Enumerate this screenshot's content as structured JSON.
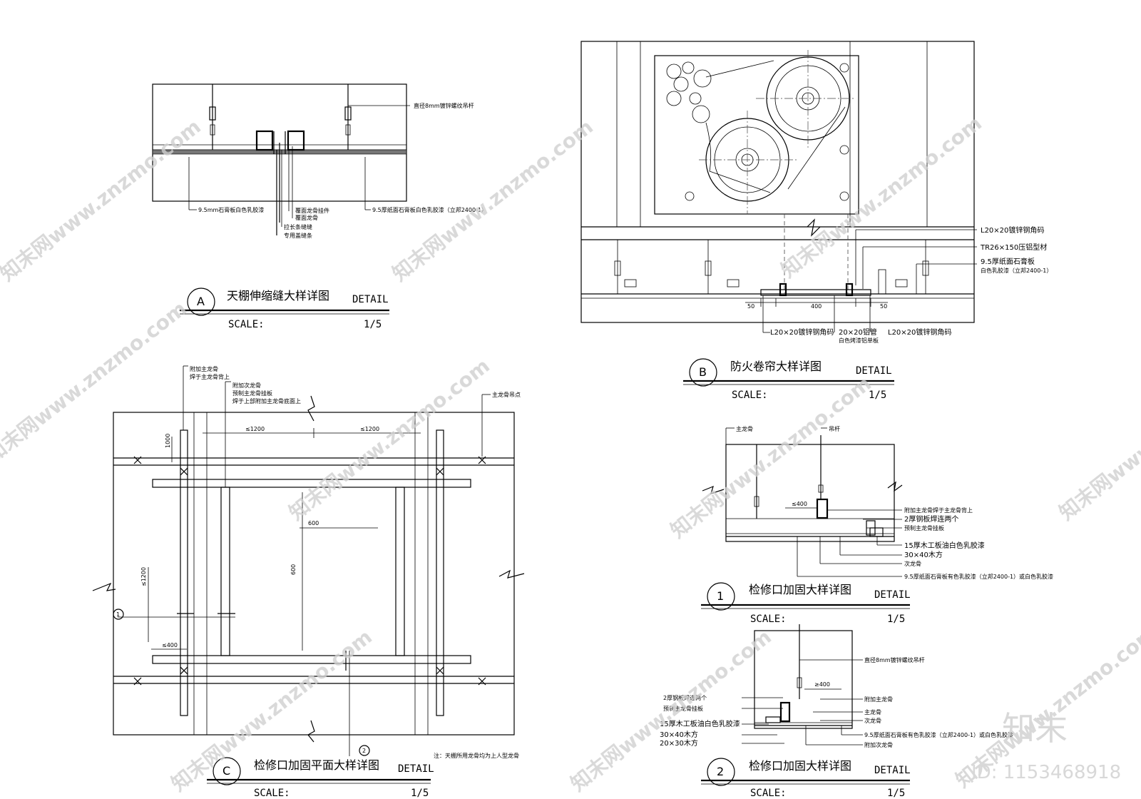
{
  "watermark": {
    "text": "知末网www.znzmo.com",
    "logo": "知末",
    "id": "ID: 1153468918"
  },
  "detail_a": {
    "marker": "A",
    "title": "天棚伸缩缝大样详图",
    "detail": "DETAIL",
    "scale_label": "SCALE:",
    "scale": "1/5",
    "labels": {
      "rod": "直径8mm镀锌螺纹吊杆",
      "board_left": "9.5mm石膏板白色乳胶漆",
      "board_right": "9.5厚纸面石膏板白色乳胶漆（立邦2400-1）",
      "keel_clip": "覆面龙骨挂件",
      "keel": "覆面龙骨",
      "gap": "拉长条缝缝",
      "cover": "专用盖缝条"
    }
  },
  "detail_b": {
    "marker": "B",
    "title": "防火卷帘大样详图",
    "detail": "DETAIL",
    "scale_label": "SCALE:",
    "scale": "1/5",
    "labels": {
      "angle_top": "L20×20镀锌钢角码",
      "rail": "TR26×150压铝型材",
      "board1": "9.5厚纸面石膏板",
      "board2": "白色乳胶漆（立邦2400-1）",
      "angle_l": "L20×20镀锌钢角码",
      "tube1": "20×20铝管",
      "tube2": "白色烤漆铝单板",
      "angle_r": "L20×20镀锌钢角码",
      "dim_left": "50",
      "dim_mid": "400",
      "dim_right": "50"
    }
  },
  "detail_c": {
    "marker": "C",
    "title": "检修口加固平面大样详图",
    "detail": "DETAIL",
    "scale_label": "SCALE:",
    "scale": "1/5",
    "labels": {
      "l1a": "附加主龙骨",
      "l1b": "焊于主龙骨背上",
      "l2a": "附加次龙骨",
      "l2b": "预制主龙骨挂板",
      "l2c": "焊于上部附加主龙骨底面上",
      "l3": "主龙骨吊点",
      "note": "注：天棚所用龙骨均为上人型龙骨",
      "dim_600a": "600",
      "dim_600b": "600",
      "dim_1000": "1000",
      "dim_w400": "≤400",
      "dim_h": "≤1200",
      "dim_top1": "≤1200",
      "dim_top2": "≤1200",
      "marker1": "1",
      "marker2": "2"
    }
  },
  "detail_1": {
    "marker": "1",
    "title": "检修口加固大样详图",
    "detail": "DETAIL",
    "scale_label": "SCALE:",
    "scale": "1/5",
    "labels": {
      "main": "主龙骨",
      "hanger": "吊杆",
      "a1": "附加主龙骨焊于主龙骨背上",
      "a2": "2厚钢板焊连两个",
      "a3": "预制主龙骨挂板",
      "a4": "15厚木工板油白色乳胶漆",
      "a5": "30×40木方",
      "a6": "次龙骨",
      "a7": "9.5厚纸面石膏板有色乳胶漆（立邦2400-1）或白色乳胶漆",
      "dim": "≤400"
    }
  },
  "detail_2": {
    "marker": "2",
    "title": "检修口加固大样详图",
    "detail": "DETAIL",
    "scale_label": "SCALE:",
    "scale": "1/5",
    "labels": {
      "rod": "直径8mm镀锌螺纹吊杆",
      "l1": "2厚钢板焊连两个",
      "l2": "预制主龙骨挂板",
      "l3": "15厚木工板油白色乳胶漆",
      "l4": "30×40木方",
      "l5": "20×30木方",
      "r1": "附加主龙骨",
      "r2": "主龙骨",
      "r3": "次龙骨",
      "r4": "9.5厚纸面石膏板有色乳胶漆（立邦2400-1）或白色乳胶漆",
      "r5": "附加次龙骨",
      "dim": "≥400"
    }
  }
}
